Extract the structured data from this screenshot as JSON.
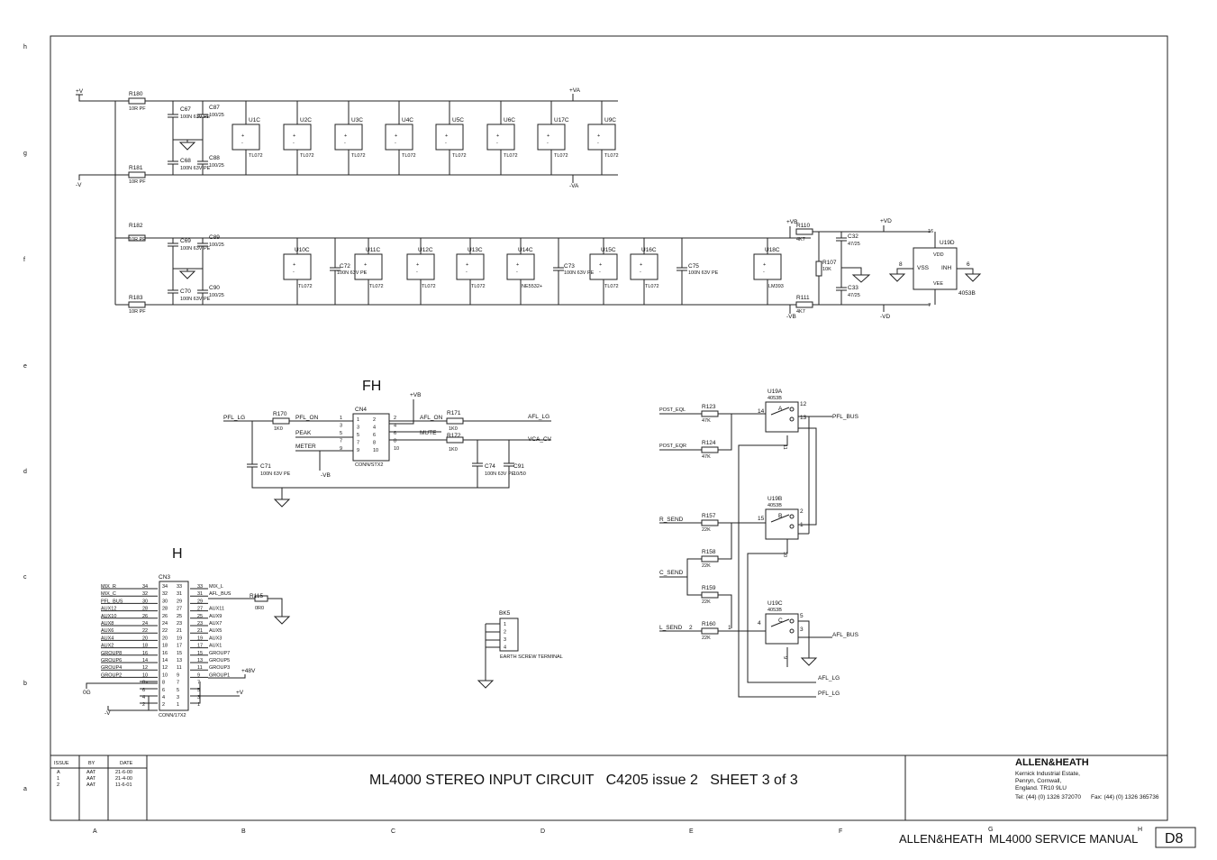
{
  "footer": {
    "manual": "ALLEN&HEATH  ML4000 SERVICE MANUAL",
    "page": "D8"
  },
  "title_block": {
    "title": "ML4000 STEREO INPUT CIRCUIT   C4205 issue 2   SHEET 3 of 3",
    "company": "ALLEN&HEATH",
    "address": [
      "Kernick Industrial Estate,",
      "Penryn, Cornwall,",
      "England. TR10 9LU"
    ],
    "tel": "Tel: (44) (0) 1326 372070",
    "fax": "Fax: (44) (0) 1326 365736",
    "issue_headers": [
      "ISSUE",
      "BY",
      "DATE"
    ],
    "issues": [
      [
        "A",
        "AAT",
        "21-6-00"
      ],
      [
        "1",
        "AAT",
        "21-4-00"
      ],
      [
        "2",
        "AAT",
        "11-6-01"
      ]
    ]
  },
  "grid": {
    "rows": [
      "h",
      "g",
      "f",
      "e",
      "d",
      "c",
      "b",
      "a"
    ],
    "cols": [
      "A",
      "B",
      "C",
      "D",
      "E",
      "F",
      "G",
      "H"
    ]
  },
  "sections": {
    "fh": "FH",
    "h": "H"
  },
  "power": {
    "rails": [
      "+V",
      "-V",
      "+VA",
      "-VA",
      "+VB",
      "-VB",
      "+VD",
      "-VD",
      "+VB",
      "+48V",
      "+V",
      "-V",
      "0G"
    ],
    "resistors": [
      [
        "R180",
        "10R PF"
      ],
      [
        "R181",
        "10R PF"
      ],
      [
        "R182",
        "10R PF"
      ],
      [
        "R183",
        "10R PF"
      ]
    ],
    "caps_top": [
      [
        "C67",
        "100N 63V PE"
      ],
      [
        "C87",
        "100/25"
      ],
      [
        "C68",
        "100N 63V PE"
      ],
      [
        "C88",
        "100/25"
      ]
    ],
    "caps_bottom": [
      [
        "C69",
        "100N 63V PE"
      ],
      [
        "C89",
        "100/25"
      ],
      [
        "C70",
        "100N 63V PE"
      ],
      [
        "C90",
        "100/25"
      ]
    ],
    "row1_ics": [
      [
        "U1C",
        "TL072"
      ],
      [
        "U2C",
        "TL072"
      ],
      [
        "U3C",
        "TL072"
      ],
      [
        "U4C",
        "TL072"
      ],
      [
        "U5C",
        "TL072"
      ],
      [
        "U6C",
        "TL072"
      ],
      [
        "U17C",
        "TL072"
      ],
      [
        "U9C",
        "TL072"
      ]
    ],
    "row2_ics": [
      [
        "U10C",
        "TL072"
      ],
      [
        "U11C",
        "TL072"
      ],
      [
        "U12C",
        "TL072"
      ],
      [
        "U13C",
        "TL072"
      ],
      [
        "U14C",
        "NE5532+"
      ],
      [
        "U15C",
        "TL072"
      ],
      [
        "U16C",
        "TL072"
      ],
      [
        "U18C",
        "LM393"
      ]
    ],
    "row2_caps": [
      [
        "C72",
        "100N 63V PE"
      ],
      [
        "C73",
        "100N 63V PE"
      ],
      [
        "C75",
        "100N 63V PE"
      ]
    ],
    "vb_parts": [
      [
        "R110",
        "4K7"
      ],
      [
        "R111",
        "4K7"
      ],
      [
        "R107",
        "10K"
      ],
      [
        "C32",
        "47/25"
      ],
      [
        "C33",
        "47/25"
      ]
    ],
    "u19d": {
      "ref": "U19D",
      "part": "4053B",
      "vss": "VSS",
      "vdd": "VDD",
      "inh": "INH",
      "vee": "VEE",
      "pins": [
        "16",
        "8",
        "6",
        "7"
      ]
    }
  },
  "fh_circuit": {
    "ic": {
      "ref": "CN4",
      "part": "CONN/STX2",
      "left_pins": [
        "1",
        "3",
        "5",
        "7",
        "9"
      ],
      "right_pins": [
        "2",
        "4",
        "6",
        "8",
        "10"
      ]
    },
    "nets": {
      "pfl_lg": "PFL_LG",
      "pfl_on": "PFL_ON",
      "peak": "PEAK",
      "meter": "METER",
      "minus_vb": "-VB",
      "afl_on": "AFL_ON",
      "mute": "MUTE",
      "afl_lg": "AFL_LG",
      "vca_cv": "VCA_CV",
      "plus_vb": "+VB"
    },
    "parts": [
      [
        "R170",
        "1K0"
      ],
      [
        "R171",
        "1K0"
      ],
      [
        "R172",
        "1K0"
      ],
      [
        "C71",
        "100N 63V PE"
      ],
      [
        "C74",
        "100N 63V PE"
      ],
      [
        "C91",
        "10/50"
      ]
    ]
  },
  "h_circuit": {
    "connector": {
      "ref": "CN3",
      "part": "CONN/17X2"
    },
    "left_labels": [
      "MIX_R",
      "MIX_C",
      "PFL_BUS",
      "AUX12",
      "AUX10",
      "AUX8",
      "AUX6",
      "AUX4",
      "AUX2",
      "GROUP8",
      "GROUP6",
      "GROUP4",
      "GROUP2"
    ],
    "left_pin_nums": [
      "34",
      "32",
      "30",
      "28",
      "26",
      "24",
      "22",
      "20",
      "18",
      "16",
      "14",
      "12",
      "10",
      "8",
      "6",
      "4",
      "2"
    ],
    "inner_left": [
      "34",
      "32",
      "30",
      "28",
      "26",
      "24",
      "22",
      "20",
      "18",
      "16",
      "14",
      "12",
      "10",
      "8",
      "6",
      "4",
      "2"
    ],
    "inner_right": [
      "33",
      "31",
      "29",
      "27",
      "25",
      "23",
      "21",
      "19",
      "17",
      "15",
      "13",
      "11",
      "9",
      "7",
      "5",
      "3",
      "1"
    ],
    "right_labels": [
      "MIX_L",
      "AFL_BUS",
      "",
      "AUX11",
      "AUX9",
      "AUX7",
      "AUX5",
      "AUX3",
      "AUX1",
      "GROUP7",
      "GROUP5",
      "GROUP3",
      "GROUP1"
    ],
    "right_pin_nums": [
      "33",
      "31",
      "29",
      "27",
      "25",
      "23",
      "21",
      "19",
      "17",
      "15",
      "13",
      "11",
      "9",
      "7",
      "5",
      "3",
      "1"
    ],
    "r115": [
      "R115",
      "0R0"
    ],
    "rails": [
      "+48V",
      "+V",
      "-V",
      "0G"
    ]
  },
  "bk5": {
    "ref": "BK5",
    "pins": [
      "1",
      "2",
      "3",
      "4"
    ],
    "label": "EARTH SCREW TERMINAL"
  },
  "switch_circuit": {
    "inputs": [
      "POST_EQL",
      "POST_EQR",
      "R_SEND",
      "C_SEND",
      "L_SEND"
    ],
    "resistors": [
      [
        "R123",
        "47K"
      ],
      [
        "R124",
        "47K"
      ],
      [
        "R157",
        "22K"
      ],
      [
        "R158",
        "22K"
      ],
      [
        "R159",
        "22K"
      ],
      [
        "R160",
        "22K"
      ]
    ],
    "switches": [
      {
        "ref": "U19A",
        "part": "4053B",
        "letter": "A",
        "pins": [
          "14",
          "12",
          "13",
          "11"
        ]
      },
      {
        "ref": "U19B",
        "part": "4053B",
        "letter": "B",
        "pins": [
          "15",
          "2",
          "1",
          "10"
        ]
      },
      {
        "ref": "U19C",
        "part": "4053B",
        "letter": "C",
        "pins": [
          "4",
          "5",
          "3",
          "9"
        ]
      }
    ],
    "outputs": [
      "PFL_BUS",
      "AFL_BUS",
      "AFL_LG",
      "PFL_LG"
    ],
    "pin_l_send": "2",
    "pin_node": "1"
  }
}
